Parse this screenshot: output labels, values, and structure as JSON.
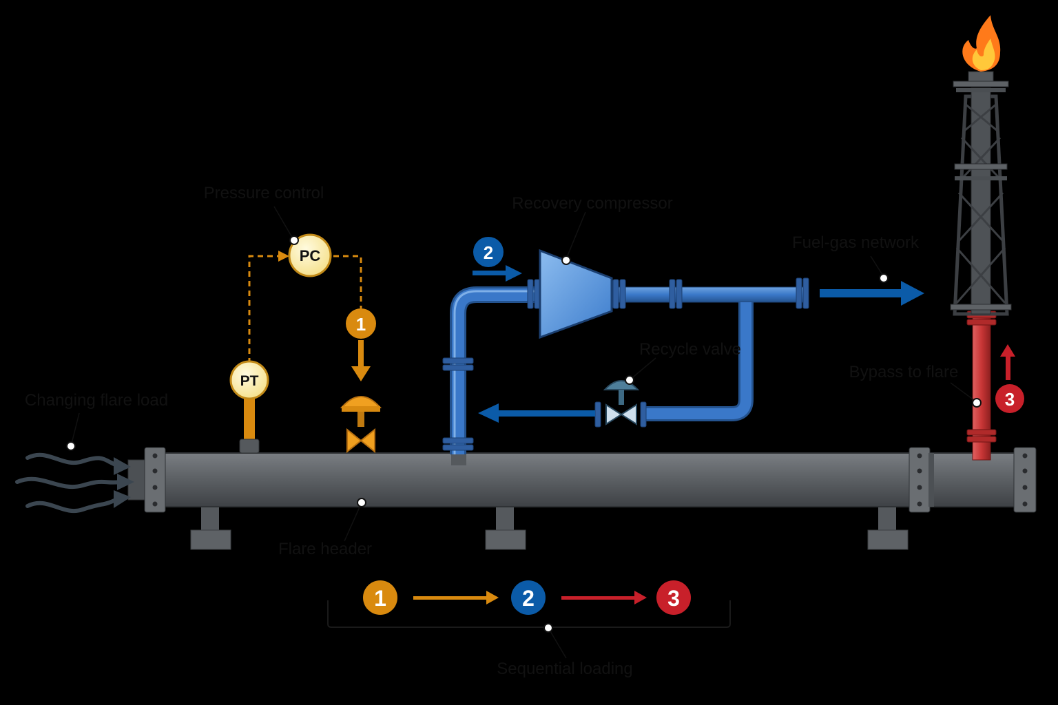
{
  "labels": {
    "pressure_control": "Pressure control",
    "recovery_compressor": "Recovery compressor",
    "fuel_gas_network": "Fuel-gas network",
    "recycle_valve": "Recycle valve",
    "bypass_to_flare": "Bypass to flare",
    "changing_flare_load": "Changing flare load",
    "flare_header": "Flare header",
    "sequential_loading": "Sequential loading"
  },
  "instruments": {
    "pc": "PC",
    "pt": "PT"
  },
  "stages": [
    {
      "number": "1",
      "color": "#D98A0F"
    },
    {
      "number": "2",
      "color": "#0B5BA8"
    },
    {
      "number": "3",
      "color": "#C8202A"
    }
  ],
  "colors": {
    "background": "#000000",
    "header_pipe": "#5E6266",
    "recovery_pipe": "#3A78C9",
    "bypass_pipe": "#C93636",
    "control_signal": "#D98A0F",
    "instrument_fill": "#FDF0B0",
    "flame": "#FF7A1A"
  },
  "icons": [
    "flame-icon",
    "flare-stack-icon",
    "control-valve-icon",
    "compressor-icon",
    "gas-flow-arrows-icon"
  ]
}
